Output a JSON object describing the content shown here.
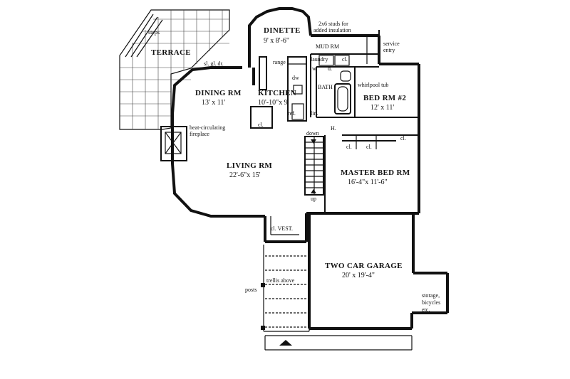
{
  "rooms": {
    "dinette": {
      "name": "DINETTE",
      "dim": "9' x 8'-6\""
    },
    "kitchen": {
      "name": "KITCHEN",
      "dim": "10'-10\"x 9'"
    },
    "dining": {
      "name": "DINING RM",
      "dim": "13' x 11'"
    },
    "living": {
      "name": "LIVING RM",
      "dim": "22'-6\"x 15'"
    },
    "bed2": {
      "name": "BED RM #2",
      "dim": "12' x 11'"
    },
    "master": {
      "name": "MASTER BED RM",
      "dim": "16'-4\"x 11'-6\""
    },
    "garage": {
      "name": "TWO CAR GARAGE",
      "dim": "20' x 19'-4\""
    },
    "mudroom": {
      "name": "MUD RM"
    },
    "bath": {
      "name": "BATH"
    },
    "terrace": {
      "name": "TERRACE"
    }
  },
  "labels": {
    "steps": "steps",
    "studs_line1": "2x6 studs for",
    "studs_line2": "added insulation",
    "service_line1": "service",
    "service_line2": "entry",
    "laundry": "laundry",
    "w": "w.",
    "d": "d.",
    "cl": "cl.",
    "range": "range",
    "dw": "dw",
    "ref": "ref.",
    "lin": "lin.",
    "sl_gl_dr": "sl. gl. dr.",
    "whirlpool": "whirlpool tub",
    "fireplace_line1": "heat-circulating",
    "fireplace_line2": "fireplace",
    "hall": "H.",
    "down": "down",
    "up": "up",
    "cl_vest": "cl. VEST.",
    "trellis": "trellis above",
    "posts": "posts",
    "storage_line1": "storage,",
    "storage_line2": "bicycles",
    "storage_line3": "etc."
  }
}
